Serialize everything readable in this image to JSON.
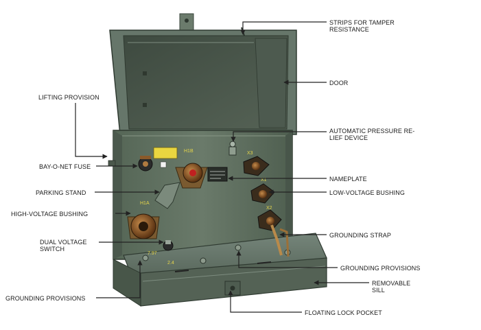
{
  "callouts": {
    "strips": "STRIPS FOR TAMPER\nRESISTANCE",
    "door": "DOOR",
    "pressure_relief": "AUTOMATIC PRESSURE RE-\nLIEF DEVICE",
    "nameplate": "NAMEPLATE",
    "lv_bushing": "LOW-VOLTAGE BUSHING",
    "grounding_strap": "GROUNDING STRAP",
    "grounding_right": "GROUNDING PROVISIONS",
    "removable_sill": "REMOVABLE\nSILL",
    "lock_pocket": "FLOATING LOCK POCKET",
    "lifting": "LIFTING PROVISION",
    "fuse": "BAY-O-NET FUSE",
    "parking": "PARKING STAND",
    "hv_bushing": "HIGH-VOLTAGE BUSHING",
    "dual_switch": "DUAL VOLTAGE\nSWITCH",
    "grounding_left": "GROUNDING PROVISIONS"
  },
  "markings": {
    "h1b": "H1B",
    "h1a": "H1A",
    "x3": "X3",
    "x1": "X1",
    "x2": "X2",
    "v1": "7.97",
    "v2": "2.4"
  },
  "colors": {
    "cabinet": "#5e6e5f",
    "cabinet_dark": "#3f4b41",
    "cabinet_light": "#7a8a7a",
    "bushing": "#8a5a2a",
    "callout_line": "#222222"
  }
}
